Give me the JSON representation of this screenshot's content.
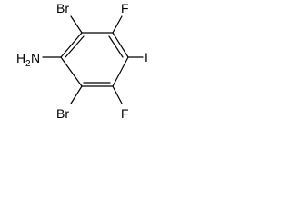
{
  "molecule": {
    "atoms": {
      "br_top": "Br",
      "f_top": "F",
      "iodine": "I",
      "f_bottom": "F",
      "br_bottom": "Br",
      "amine_main": "H",
      "amine_sub": "2",
      "amine_n": "N"
    }
  }
}
